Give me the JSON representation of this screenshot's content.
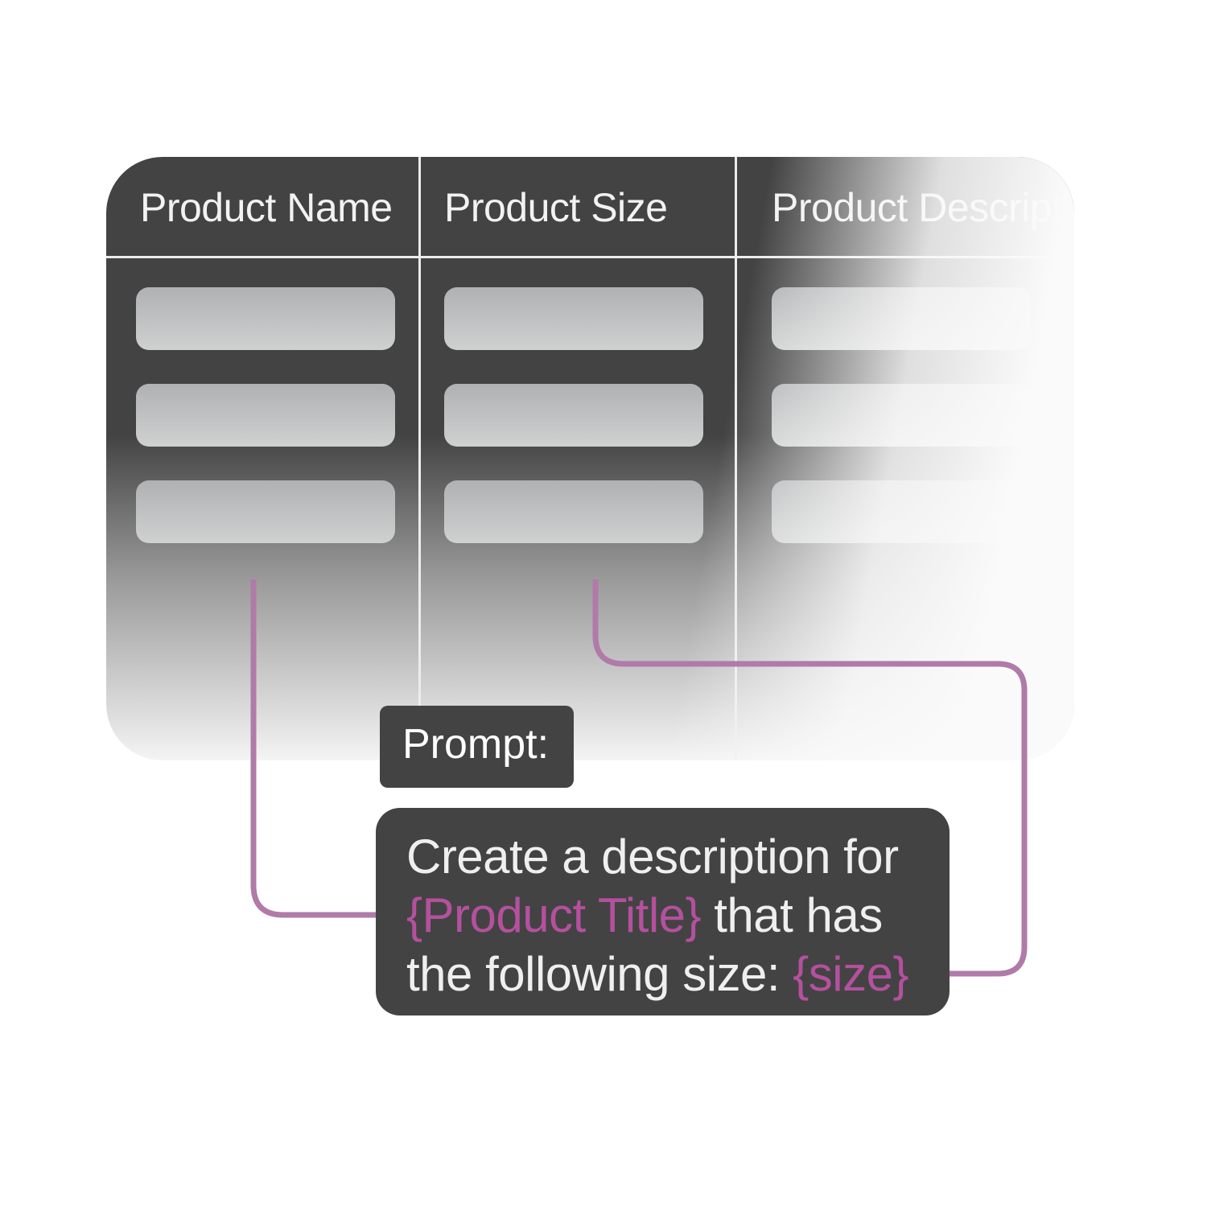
{
  "table": {
    "columns": [
      "Product Name",
      "Product Size",
      "Product Description"
    ],
    "rows": 3
  },
  "prompt": {
    "label": "Prompt:",
    "text_1": "Create a description for",
    "var_1": "{Product Title}",
    "text_2": " that has",
    "text_3": "the following size: ",
    "var_2": "{size}"
  },
  "colors": {
    "dark": "#434343",
    "connector": "#b07aa9",
    "variable": "#b5509f",
    "cell": "#b0b1b3"
  }
}
